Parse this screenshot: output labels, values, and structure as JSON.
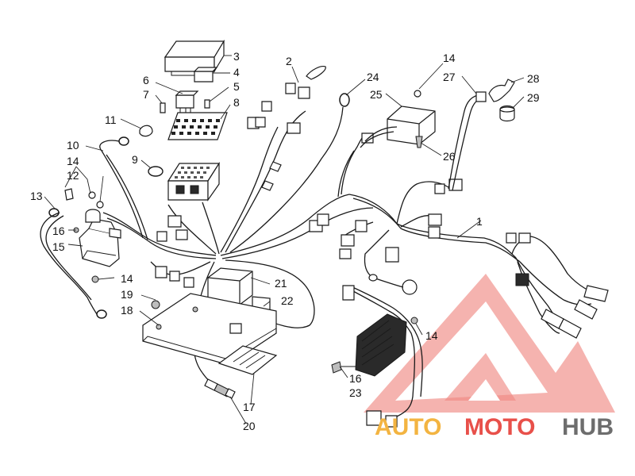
{
  "colors": {
    "line": "#1a1a1a",
    "watermark_red": "#e8504a",
    "watermark_orange": "#f3b441",
    "watermark_grey": "#6d6d6d"
  },
  "watermark": {
    "part1": "AUTO",
    "part2": "MOTO",
    "part3": "HUB"
  },
  "callouts": {
    "c1": "1",
    "c2": "2",
    "c3": "3",
    "c4": "4",
    "c5": "5",
    "c6": "6",
    "c7": "7",
    "c8": "8",
    "c9": "9",
    "c10": "10",
    "c11": "11",
    "c12": "12",
    "c13": "13",
    "c14a": "14",
    "c14b": "14",
    "c14c": "14",
    "c14d": "14",
    "c15": "15",
    "c16a": "16",
    "c16b": "16",
    "c17": "17",
    "c18": "18",
    "c19": "19",
    "c20": "20",
    "c21": "21",
    "c22": "22",
    "c23": "23",
    "c24": "24",
    "c25": "25",
    "c26": "26",
    "c27": "27",
    "c28": "28",
    "c29": "29"
  }
}
